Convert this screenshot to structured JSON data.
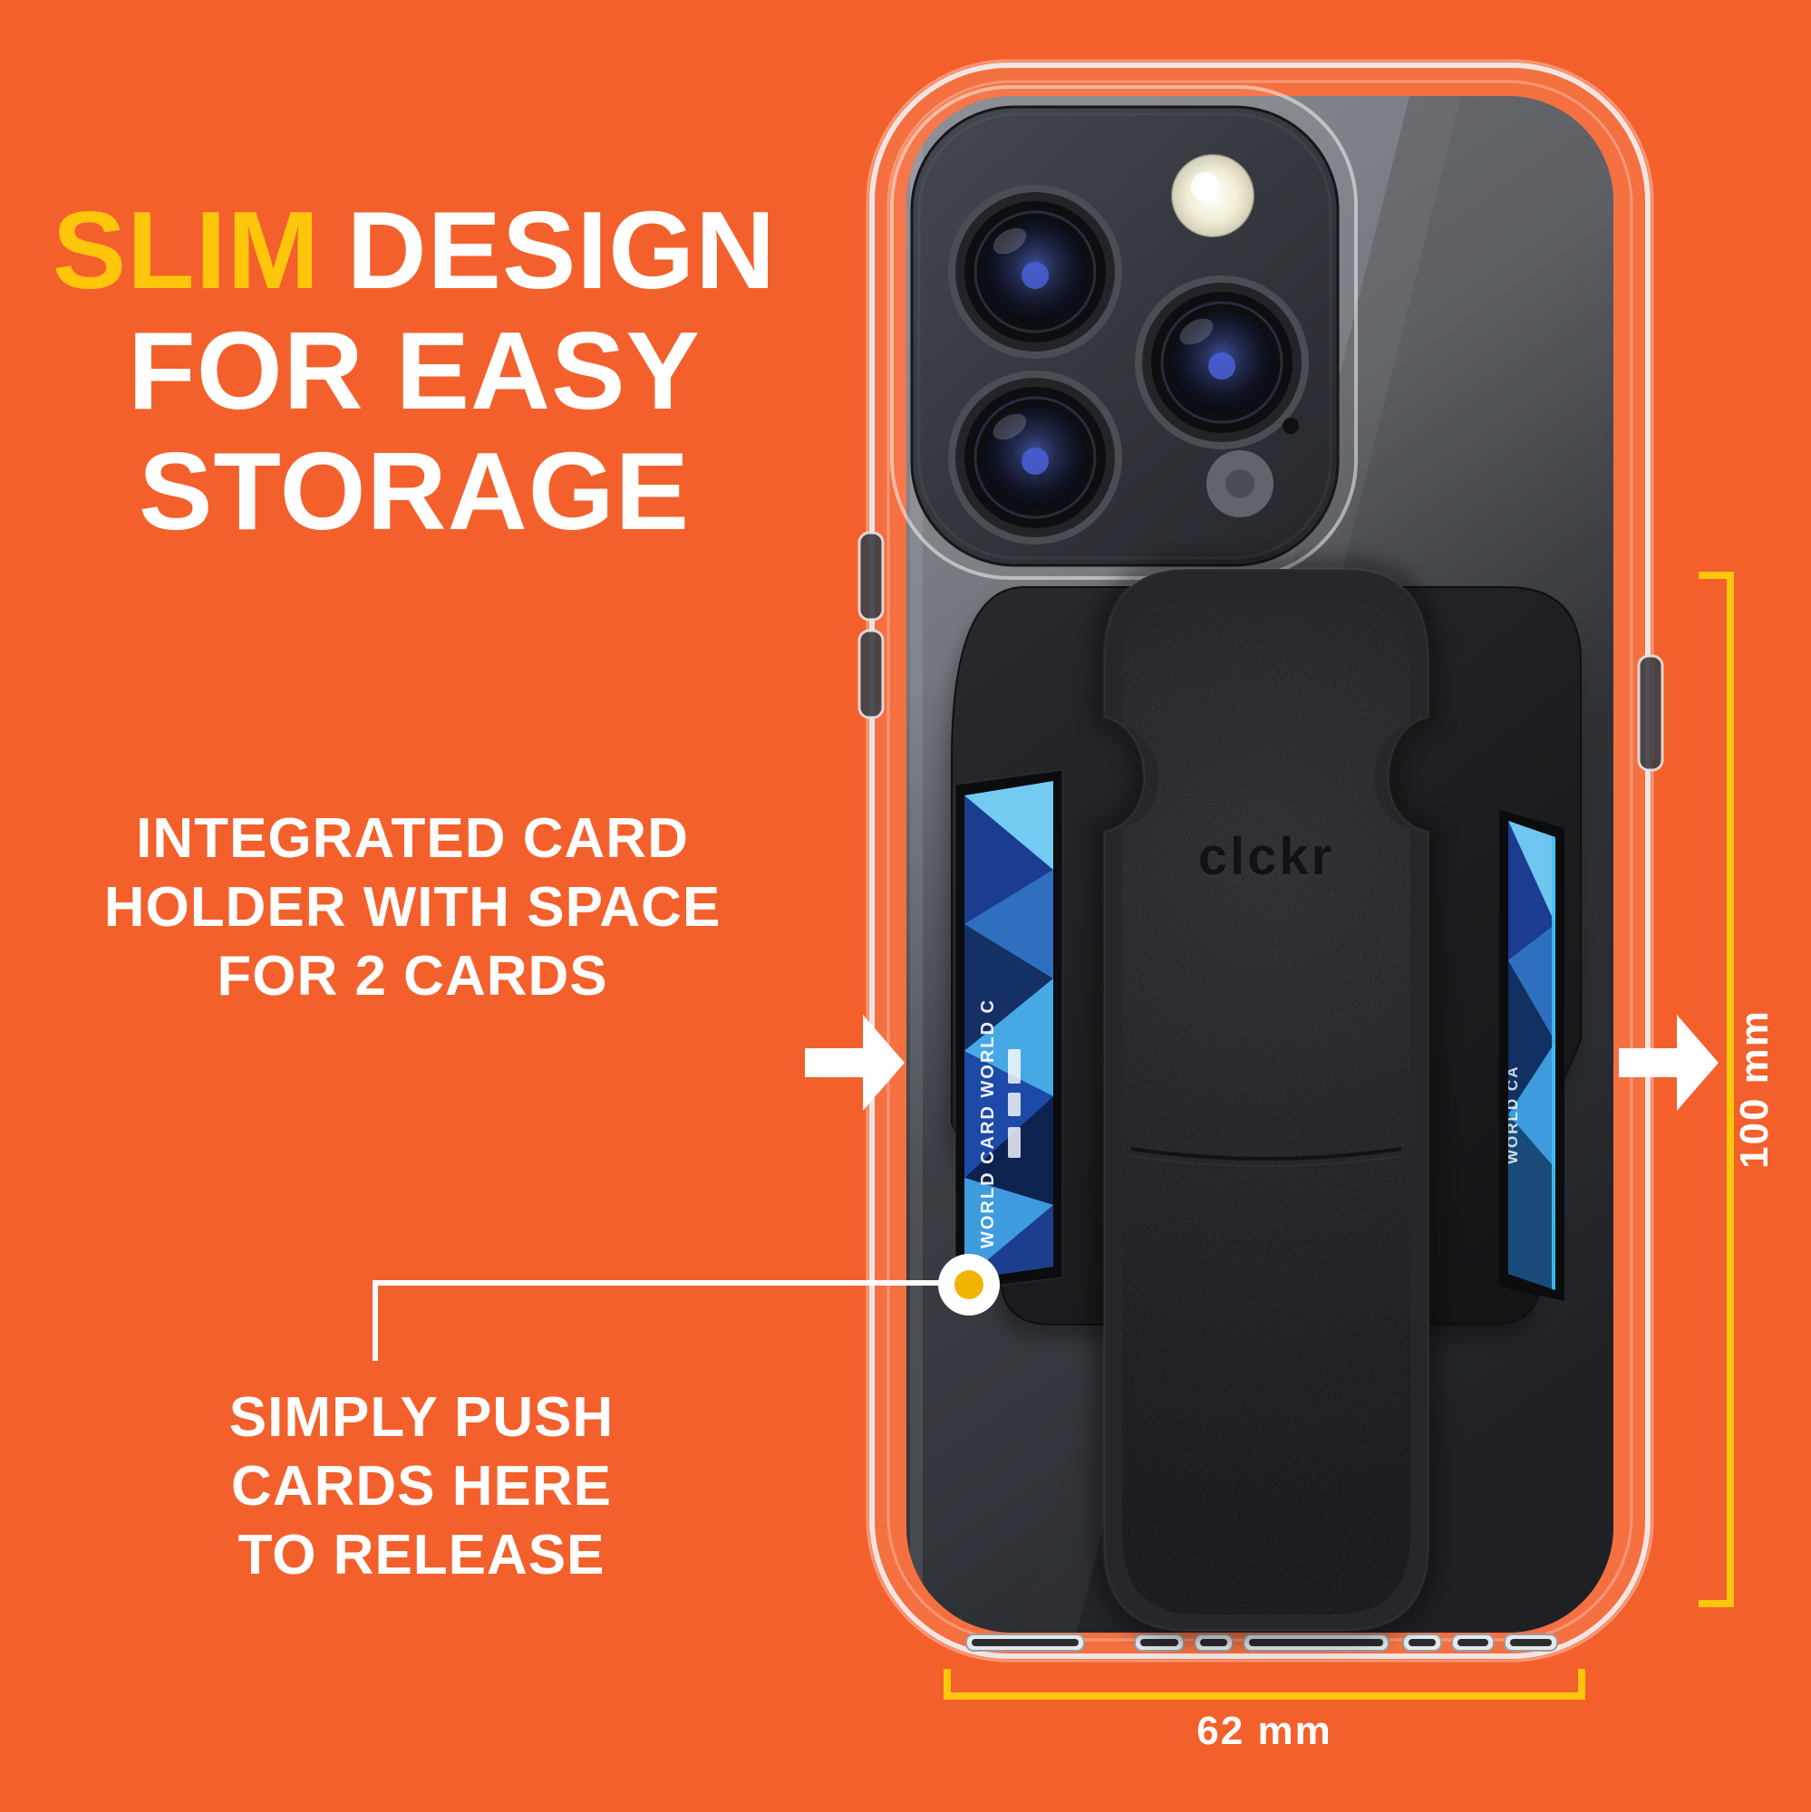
{
  "colors": {
    "background": "#F4602C",
    "accent_yellow": "#FFC60B",
    "callout_dot_yellow": "#F0B400",
    "text_white": "#FFFFFF",
    "card_blue": "#2E96DB",
    "holder_black": "#1C1D20"
  },
  "headline": {
    "accent": "SLIM",
    "rest": "DESIGN",
    "line2": "FOR EASY",
    "line3": "STORAGE"
  },
  "features": {
    "card_holder": {
      "line1": "INTEGRATED CARD",
      "line2": "HOLDER WITH SPACE",
      "line3": "FOR 2 CARDS"
    },
    "push_release": {
      "line1": "SIMPLY PUSH",
      "line2": "CARDS HERE",
      "line3": "TO RELEASE"
    }
  },
  "measurements": {
    "height": "100 mm",
    "width": "62 mm"
  },
  "product": {
    "brand_deboss": "clckr",
    "left_card_text": "WORLD CARD WORLD C",
    "right_card_text": "WORLD CA"
  }
}
